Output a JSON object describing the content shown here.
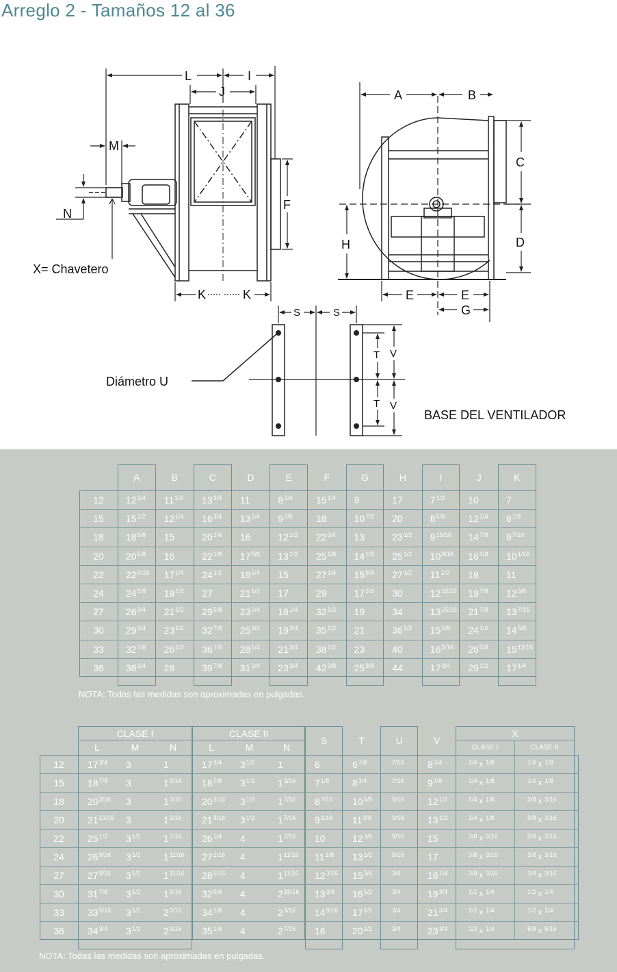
{
  "title": "Arreglo 2 - Tamaños 12 al 36",
  "diagram": {
    "labels": {
      "L": "L",
      "I": "I",
      "J": "J",
      "M": "M",
      "N": "N",
      "F": "F",
      "K1": "K",
      "K2": "K",
      "A": "A",
      "B": "B",
      "C": "C",
      "D": "D",
      "H": "H",
      "E1": "E",
      "E2": "E",
      "G": "G",
      "S1": "S",
      "S2": "S",
      "T1": "T",
      "T2": "T",
      "V1": "V",
      "V2": "V"
    },
    "keyway_label": "X= Chavetero",
    "diameter_label": "Diámetro U",
    "base_label": "BASE DEL VENTILADOR"
  },
  "table1": {
    "columns": [
      "A",
      "B",
      "C",
      "D",
      "E",
      "F",
      "G",
      "H",
      "I",
      "J",
      "K"
    ],
    "rows": [
      {
        "size": "12",
        "cells": [
          "12 3/4",
          "11 1/4",
          "13 3/4",
          "11",
          "8 3/4",
          "15 1/4",
          "9",
          "17",
          "7 1/2",
          "10",
          "7"
        ]
      },
      {
        "size": "15",
        "cells": [
          "15 1/2",
          "12 1/4",
          "16 3/4",
          "13 1/4",
          "9 7/8",
          "18",
          "10 7/8",
          "20",
          "8 5/8",
          "12 1/4",
          "8 1/8"
        ]
      },
      {
        "size": "18",
        "cells": [
          "18 5/8",
          "15",
          "20 1/4",
          "16",
          "12 1/2",
          "22 3/4",
          "13",
          "23 1/2",
          "9 15/16",
          "14 7/8",
          "9 7/16"
        ]
      },
      {
        "size": "20",
        "cells": [
          "20 5/8",
          "16",
          "22 1/8",
          "17 5/8",
          "13 1/2",
          "25 1/8",
          "14 1/8",
          "25 1/2",
          "10 9/16",
          "16 1/8",
          "10 1/16"
        ]
      },
      {
        "size": "22",
        "cells": [
          "22 5/16",
          "17 1/4",
          "24 1/2",
          "19 1/4",
          "15",
          "27 1/4",
          "15 5/8",
          "27 1/2",
          "11 1/2",
          "18",
          "11"
        ]
      },
      {
        "size": "24",
        "cells": [
          "24 5/8",
          "19 1/2",
          "27",
          "21 1/4",
          "17",
          "29",
          "17 1/4",
          "30",
          "12 15/16",
          "19 7/8",
          "12 3/8"
        ]
      },
      {
        "size": "27",
        "cells": [
          "26 3/4",
          "21 1/2",
          "29 5/8",
          "23 1/4",
          "18 1/4",
          "32 1/2",
          "19",
          "34",
          "13 15/16",
          "21 7/8",
          "13 7/16"
        ]
      },
      {
        "size": "30",
        "cells": [
          "29 3/4",
          "23 1/2",
          "32 7/8",
          "25 3/4",
          "19 3/4",
          "35 1/2",
          "21",
          "36 1/2",
          "15 1/8",
          "24 1/4",
          "14 5/8"
        ]
      },
      {
        "size": "33",
        "cells": [
          "32 7/8",
          "26 1/2",
          "36 1/8",
          "28 1/4",
          "21 3/4",
          "38 1/2",
          "23",
          "40",
          "16 5/16",
          "26 5/8",
          "15 13/16"
        ]
      },
      {
        "size": "36",
        "cells": [
          "36 1/4",
          "28",
          "39 7/8",
          "31 1/4",
          "23 3/4",
          "42 3/8",
          "25 3/8",
          "44",
          "17 3/4",
          "29 1/2",
          "17 1/4"
        ]
      }
    ],
    "note": "NOTA: Todas las medidas son aproximadas en pulgadas."
  },
  "table2": {
    "group_headers": {
      "clase1": "CLASE I",
      "clase2": "CLASE II",
      "x": "X"
    },
    "sub_headers": [
      "L",
      "M",
      "N",
      "L",
      "M",
      "N",
      "S",
      "T",
      "U",
      "V",
      "CLASE I",
      "CLASE II"
    ],
    "rows": [
      {
        "size": "12",
        "cells": [
          "17 3/4",
          "3",
          "1",
          "17 3/4",
          "3 1/2",
          "1",
          "6",
          "6 7/8",
          "7/16",
          "8 3/4",
          "1/4 x 1/8",
          "1/4 x 1/8"
        ]
      },
      {
        "size": "15",
        "cells": [
          "18 7/8",
          "3",
          "1 3/16",
          "18 7/8",
          "3 1/2",
          "1 3/16",
          "7 1/8",
          "8 3/4",
          "7/16",
          "9 7/8",
          "1/4 x 1/8",
          "1/4 x 1/8"
        ]
      },
      {
        "size": "18",
        "cells": [
          "20 3/16",
          "3",
          "1 3/16",
          "20 3/16",
          "3 1/2",
          "1 7/16",
          "8 7/16",
          "10 1/8",
          "9/16",
          "12 1/2",
          "1/4 x 1/8",
          "3/8 x 3/16"
        ]
      },
      {
        "size": "20",
        "cells": [
          "21 13/16",
          "3",
          "1 3/16",
          "21 3/16",
          "3 1/2",
          "1 7/16",
          "9 1/16",
          "11 3/8",
          "9/16",
          "13 1/2",
          "1/4 x 1/8",
          "3/8 x 3/16"
        ]
      },
      {
        "size": "22",
        "cells": [
          "25 1/2",
          "3 1/2",
          "1 7/16",
          "26 1/4",
          "4",
          "1 7/16",
          "10",
          "12 3/8",
          "9/16",
          "15",
          "3/8 x 3/16",
          "3/8 x 3/16"
        ]
      },
      {
        "size": "24",
        "cells": [
          "26 9/16",
          "3 1/2",
          "1 11/16",
          "27 1/16",
          "4",
          "1 11/16",
          "11 1/8",
          "13 1/2",
          "9/16",
          "17",
          "3/8 x 3/16",
          "3/8 x 3/16"
        ]
      },
      {
        "size": "27",
        "cells": [
          "27 9/16",
          "3 1/2",
          "1 11/16",
          "28 5/16",
          "4",
          "1 11/16",
          "12 3/16",
          "15 3/4",
          "3/4",
          "18 1/4",
          "3/8 x 3/16",
          "3/8 x 3/16"
        ]
      },
      {
        "size": "30",
        "cells": [
          "31 7/8",
          "3 1/2",
          "1 5/16",
          "32 5/8",
          "4",
          "2 15/16",
          "13 3/8",
          "16 1/2",
          "3/4",
          "19 3/4",
          "1/2 x 1/4",
          "1/2 x 1/4"
        ]
      },
      {
        "size": "33",
        "cells": [
          "33 5/16",
          "3 1/2",
          "2 3/16",
          "34 1/8",
          "4",
          "2 3/16",
          "14 9/16",
          "17 1/2",
          "3/4",
          "21 3/4",
          "1/2 x 1/4",
          "1/2 x 1/4"
        ]
      },
      {
        "size": "36",
        "cells": [
          "34 3/4",
          "3 1/2",
          "2 3/16",
          "35 1/4",
          "4",
          "2 7/16",
          "16",
          "20 1/2",
          "3/4",
          "23 3/4",
          "1/2 x 1/4",
          "5/8 x 5/16"
        ]
      }
    ],
    "note": "NOTA: Todas las medidas son aproximadas en pulgadas."
  },
  "colors": {
    "title": "#4e8891",
    "panel": "#c6cbc5",
    "grid": "#6e8e95",
    "cell_text": "#ffffff",
    "drawing": "#222222"
  }
}
